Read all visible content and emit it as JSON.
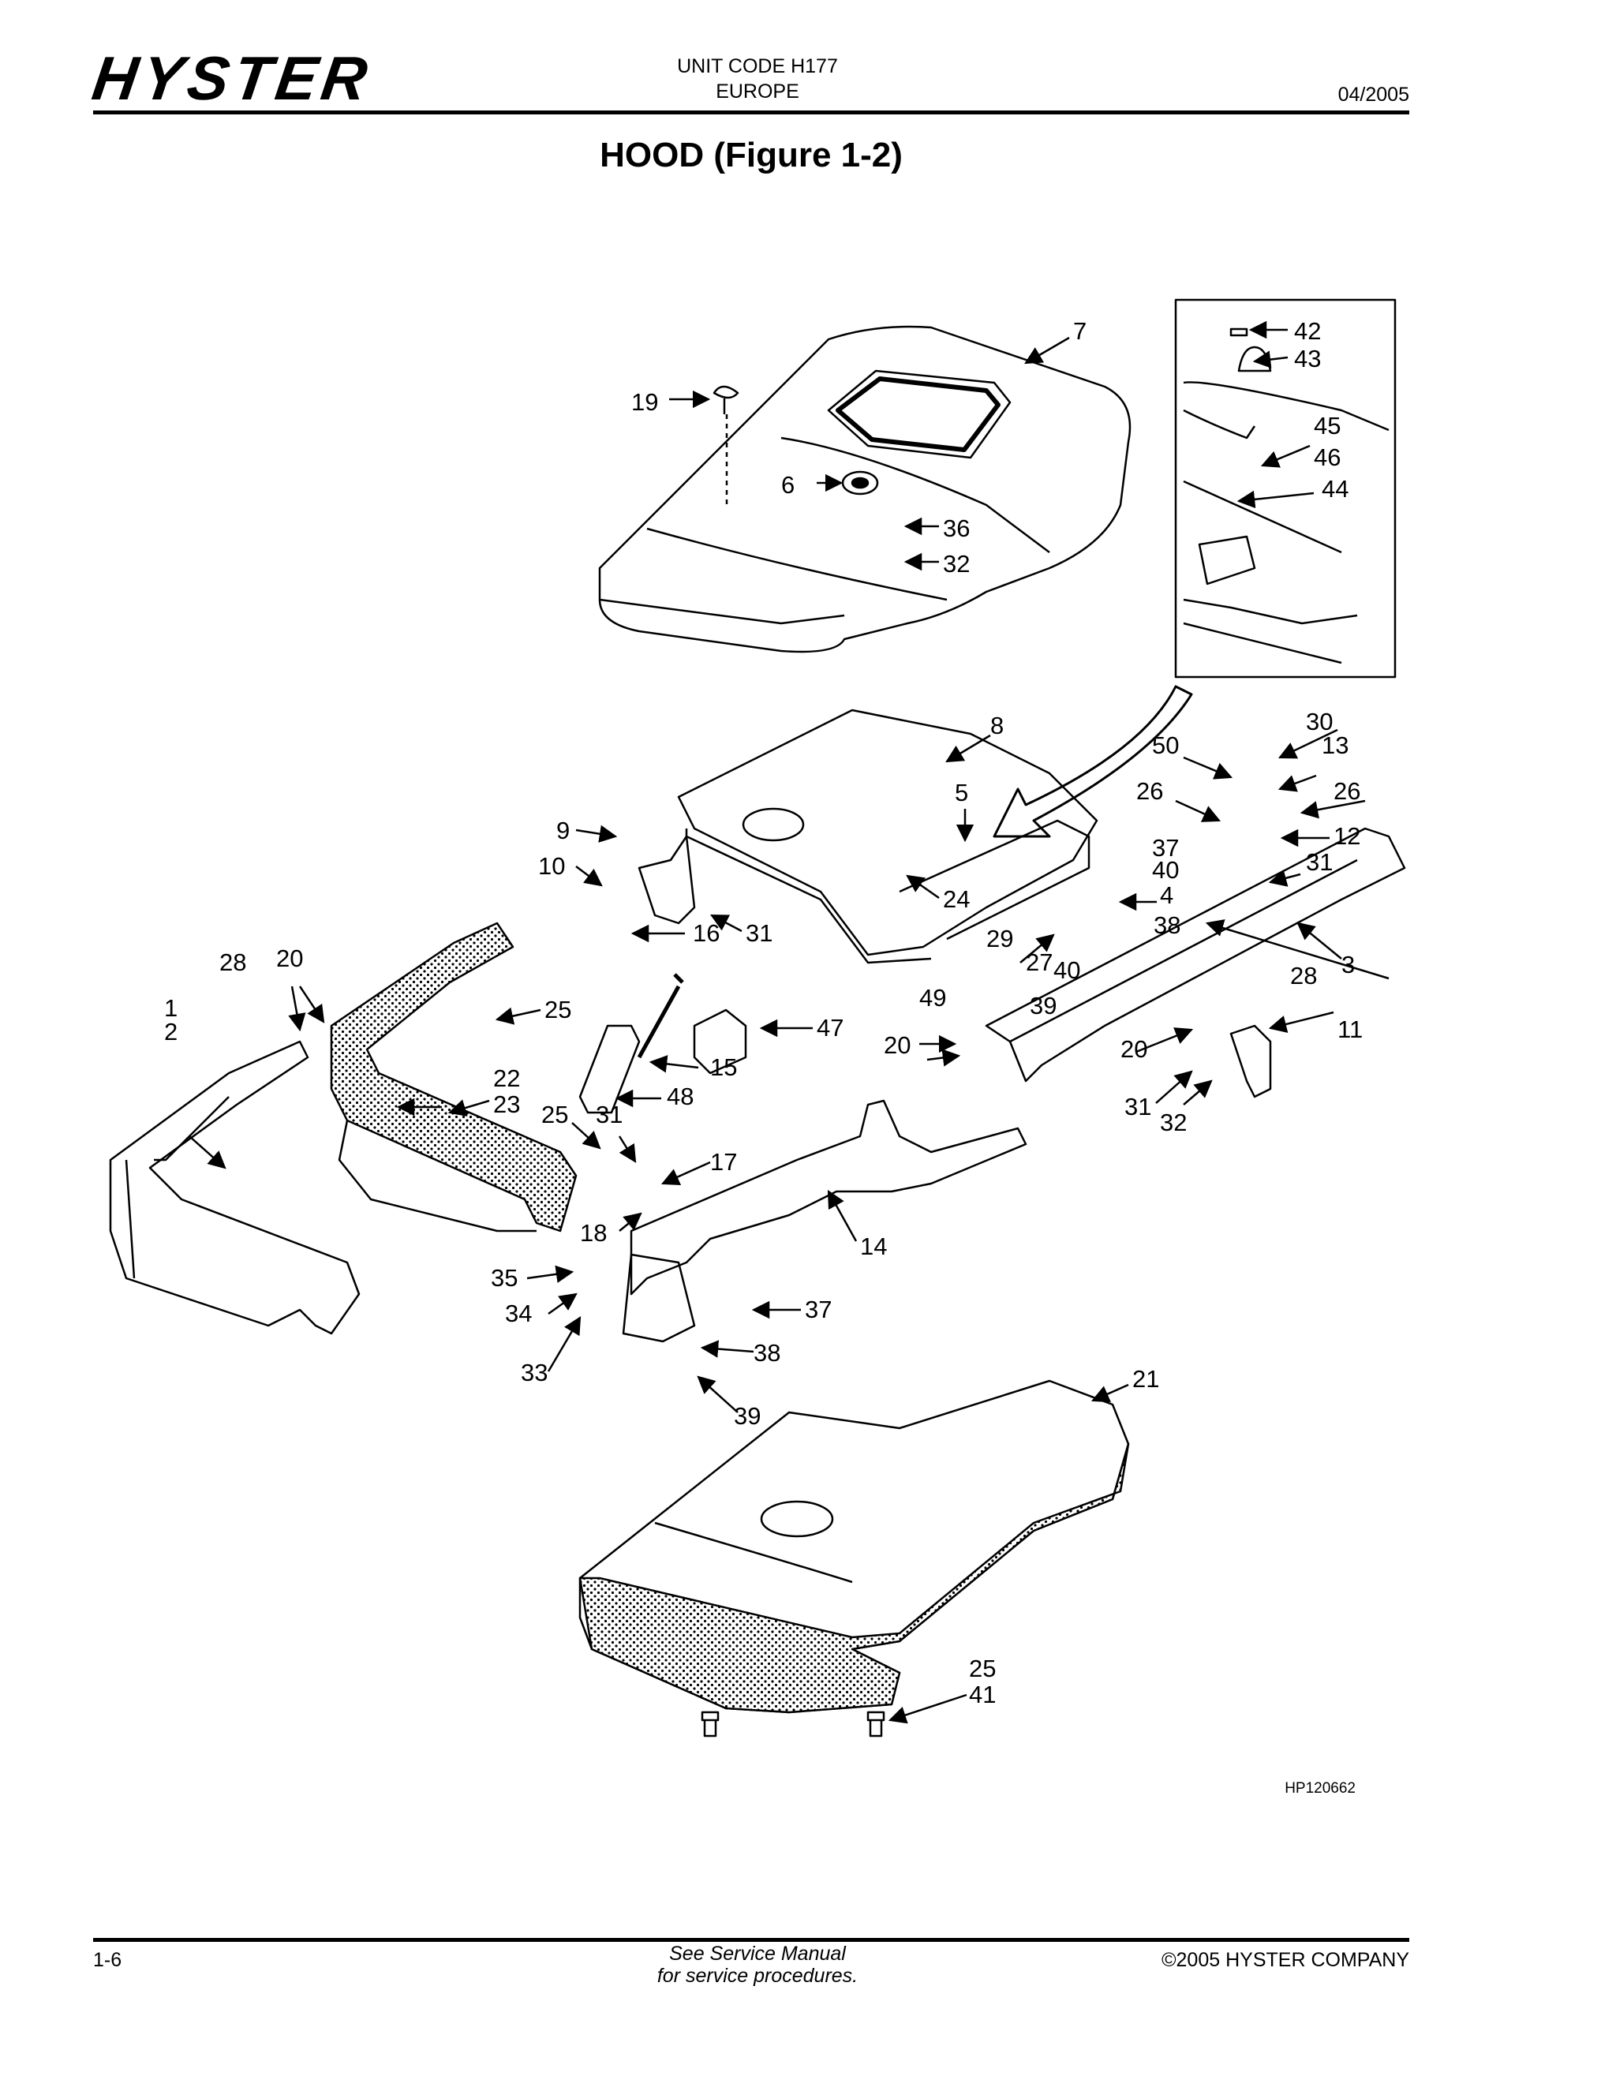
{
  "header": {
    "brand": "HYSTER",
    "unit_code": "UNIT CODE H177",
    "region": "EUROPE",
    "date": "04/2005"
  },
  "title": "HOOD (Figure 1-2)",
  "figure_ref": "HP120662",
  "footer": {
    "page": "1-6",
    "note_line1": "See Service Manual",
    "note_line2": "for service procedures.",
    "copyright": "©2005 HYSTER COMPANY"
  },
  "callouts": {
    "c1": "1",
    "c2": "2",
    "c3": "3",
    "c4": "4",
    "c5": "5",
    "c6": "6",
    "c7": "7",
    "c8": "8",
    "c9": "9",
    "c10": "10",
    "c11": "11",
    "c12": "12",
    "c13": "13",
    "c14": "14",
    "c15": "15",
    "c16": "16",
    "c17": "17",
    "c18": "18",
    "c19": "19",
    "c20a": "20",
    "c20b": "20",
    "c20c": "20",
    "c21": "21",
    "c22": "22",
    "c23": "23",
    "c24": "24",
    "c25a": "25",
    "c25b": "25",
    "c25c": "25",
    "c26a": "26",
    "c26b": "26",
    "c27": "27",
    "c28a": "28",
    "c28b": "28",
    "c29": "29",
    "c30": "30",
    "c31a": "31",
    "c31b": "31",
    "c31c": "31",
    "c31d": "31",
    "c32a": "32",
    "c32b": "32",
    "c33": "33",
    "c34": "34",
    "c35": "35",
    "c36": "36",
    "c37a": "37",
    "c37b": "37",
    "c38a": "38",
    "c38b": "38",
    "c39a": "39",
    "c39b": "39",
    "c40a": "40",
    "c40b": "40",
    "c41": "41",
    "c42": "42",
    "c43": "43",
    "c44": "44",
    "c45": "45",
    "c46": "46",
    "c47": "47",
    "c48": "48",
    "c49": "49",
    "c50": "50"
  }
}
